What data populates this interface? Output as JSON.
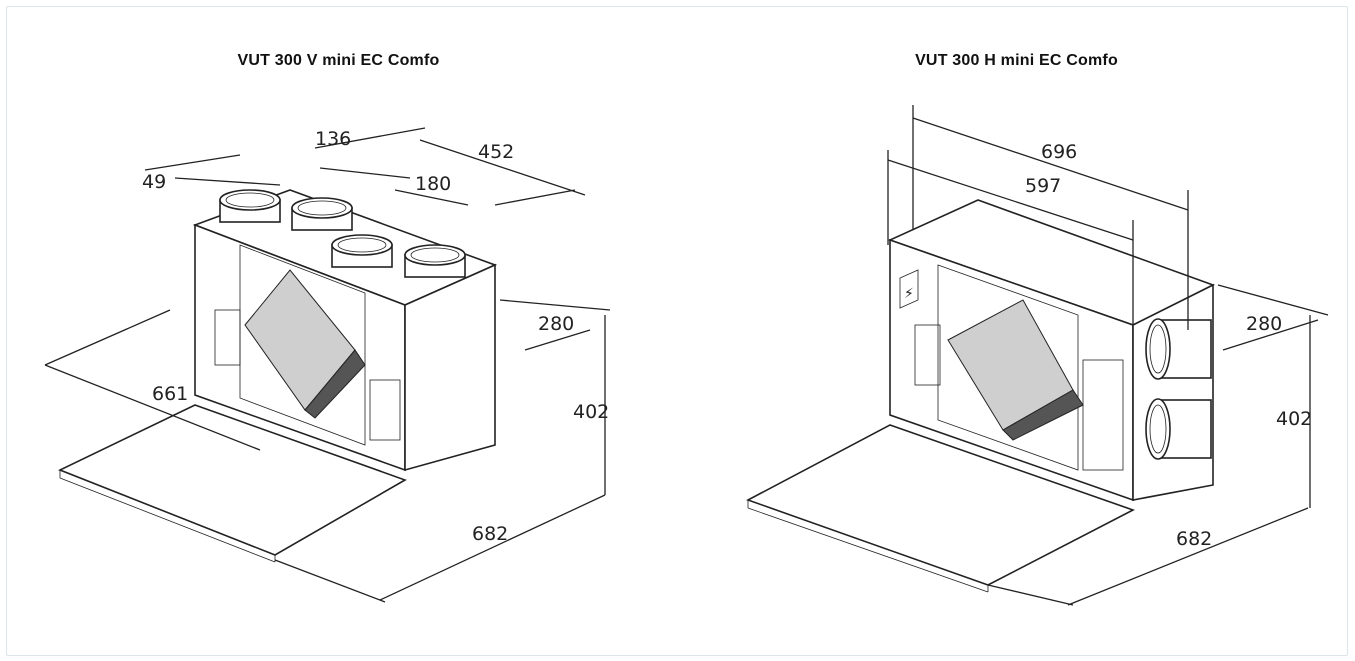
{
  "units": [
    {
      "title": "VUT 300 V mini EC Comfo",
      "dimensions": [
        "49",
        "136",
        "180",
        "452",
        "280",
        "402",
        "661",
        "682"
      ]
    },
    {
      "title": "VUT 300 H mini EC Comfo",
      "dimensions": [
        "696",
        "597",
        "280",
        "402",
        "682"
      ]
    }
  ]
}
